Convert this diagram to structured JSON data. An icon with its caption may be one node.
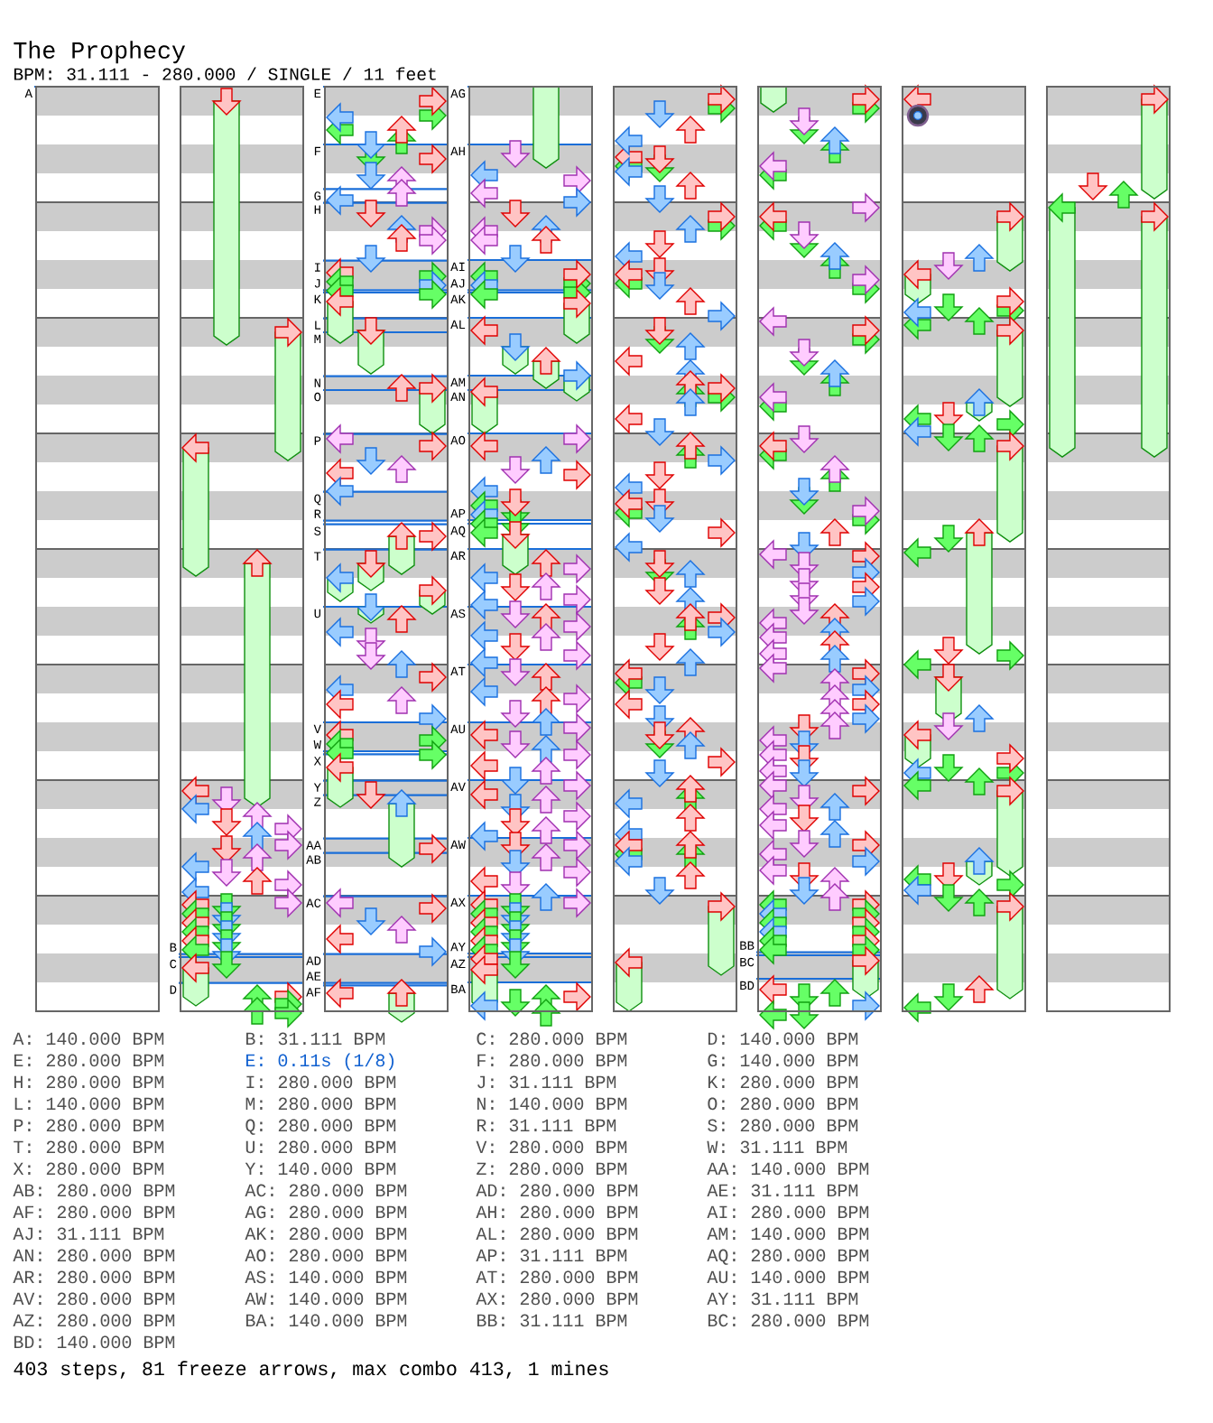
{
  "diagram": {
    "title": "The Prophecy",
    "labels": [
      "BPM: 31.111 - 280.000 / SINGLE / 11 feet",
      "A",
      "B",
      "C",
      "D",
      "E",
      "F",
      "G",
      "H",
      "I",
      "J",
      "K",
      "L",
      "M",
      "N",
      "O",
      "P",
      "Q",
      "R",
      "S",
      "T",
      "U",
      "V",
      "W",
      "X",
      "Y",
      "Z",
      "AA",
      "AB",
      "AC",
      "AD",
      "AE",
      "AF",
      "AG",
      "AH",
      "AI",
      "AJ",
      "AK",
      "AL",
      "AM",
      "AN",
      "AO",
      "AP",
      "AQ",
      "AR",
      "AS",
      "AT",
      "AU",
      "AV",
      "AW",
      "AX",
      "AY",
      "AZ",
      "BA",
      "BB",
      "BC",
      "BD",
      "A: 140.000 BPM",
      "B: 31.111 BPM",
      "C: 280.000 BPM",
      "D: 140.000 BPM",
      "E: 280.000 BPM",
      "E: 0.11s (1/8)",
      "F: 280.000 BPM",
      "G: 140.000 BPM",
      "H: 280.000 BPM",
      "I: 280.000 BPM",
      "J: 31.111 BPM",
      "K: 280.000 BPM",
      "L: 140.000 BPM",
      "M: 280.000 BPM",
      "N: 140.000 BPM",
      "O: 280.000 BPM",
      "P: 280.000 BPM",
      "Q: 280.000 BPM",
      "R: 31.111 BPM",
      "S: 280.000 BPM",
      "T: 280.000 BPM",
      "U: 280.000 BPM",
      "V: 280.000 BPM",
      "W: 31.111 BPM",
      "X: 280.000 BPM",
      "Y: 140.000 BPM",
      "Z: 280.000 BPM",
      "AA: 140.000 BPM",
      "AB: 280.000 BPM",
      "AC: 280.000 BPM",
      "AD: 280.000 BPM",
      "AE: 31.111 BPM",
      "AF: 280.000 BPM",
      "AG: 280.000 BPM",
      "AH: 280.000 BPM",
      "AI: 280.000 BPM",
      "AJ: 31.111 BPM",
      "AK: 280.000 BPM",
      "AL: 280.000 BPM",
      "AM: 140.000 BPM",
      "AN: 280.000 BPM",
      "AO: 280.000 BPM",
      "AP: 31.111 BPM",
      "AQ: 280.000 BPM",
      "AR: 280.000 BPM",
      "AS: 140.000 BPM",
      "AT: 280.000 BPM",
      "AU: 140.000 BPM",
      "AV: 280.000 BPM",
      "AW: 140.000 BPM",
      "AX: 280.000 BPM",
      "AY: 31.111 BPM",
      "AZ: 280.000 BPM",
      "BA: 140.000 BPM",
      "BB: 31.111 BPM",
      "BC: 280.000 BPM",
      "BD: 140.000 BPM",
      "403 steps, 81 freeze arrows, max combo 413, 1 mines"
    ]
  }
}
